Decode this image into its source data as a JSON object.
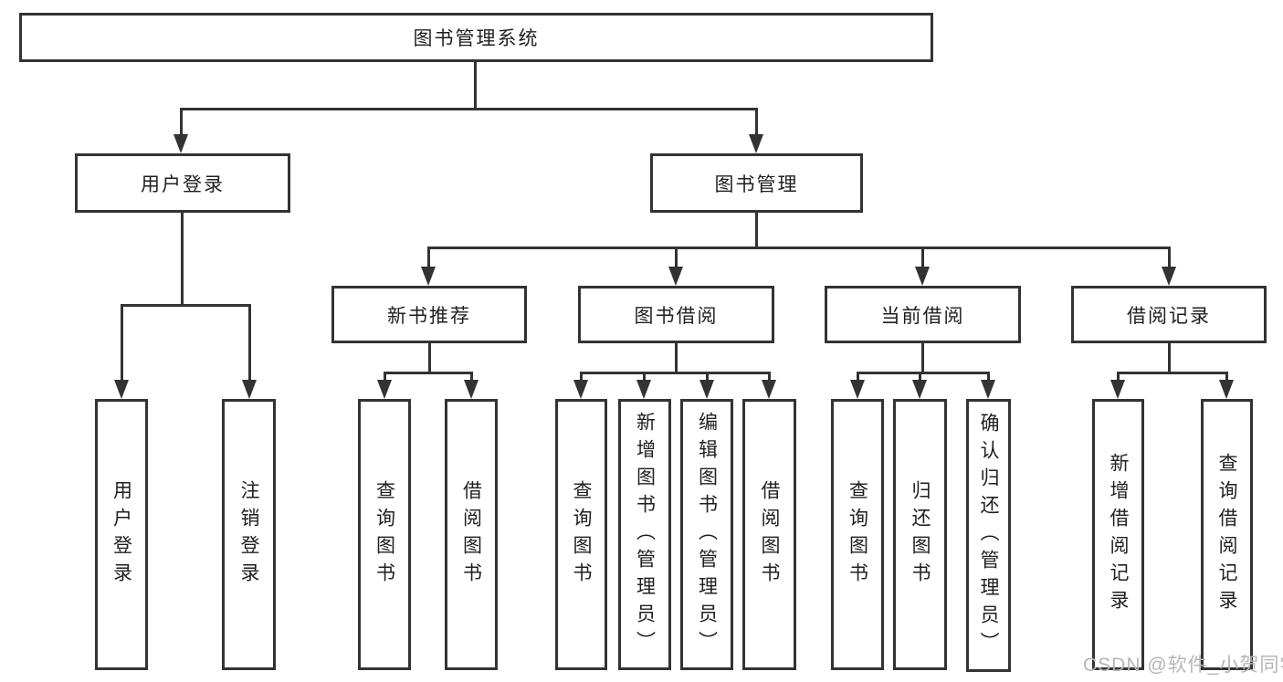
{
  "diagram_title": "图书管理系统",
  "colors": {
    "line": "#333333",
    "box_border": "#333333",
    "box_fill": "#ffffff",
    "text": "#1f1f1f",
    "watermark": "#b9b5b5",
    "background": "#ffffff"
  },
  "nodes": {
    "root": {
      "label": "图书管理系统"
    },
    "user_login": {
      "label": "用户登录"
    },
    "book_mgmt": {
      "label": "图书管理"
    },
    "new_book_rec": {
      "label": "新书推荐"
    },
    "book_borrow": {
      "label": "图书借阅"
    },
    "current_borrow": {
      "label": "当前借阅"
    },
    "borrow_record": {
      "label": "借阅记录"
    },
    "leaf_user_login": {
      "label": "用户登录"
    },
    "leaf_user_logout": {
      "label": "注销登录"
    },
    "leaf_nbr_query_book": {
      "label": "查询图书"
    },
    "leaf_nbr_borrow_book": {
      "label": "借阅图书"
    },
    "leaf_bb_query_book": {
      "label": "查询图书"
    },
    "leaf_bb_add_book": {
      "label": "新增图书（管理员）"
    },
    "leaf_bb_edit_book": {
      "label": "编辑图书（管理员）"
    },
    "leaf_bb_borrow_book": {
      "label": "借阅图书"
    },
    "leaf_cb_query_book": {
      "label": "查询图书"
    },
    "leaf_cb_return_book": {
      "label": "归还图书"
    },
    "leaf_cb_confirm_return": {
      "label": "确认归还（管理员）"
    },
    "leaf_br_add_record": {
      "label": "新增借阅记录"
    },
    "leaf_br_query_record": {
      "label": "查询借阅记录"
    }
  },
  "watermark": {
    "text": "CSDN @软件_小贺同学"
  }
}
